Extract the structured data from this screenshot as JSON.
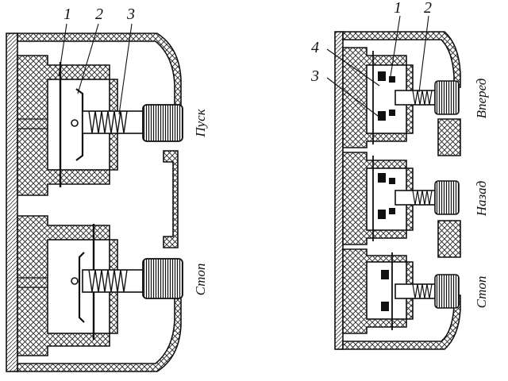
{
  "diagram": {
    "left_panel": {
      "callouts": [
        "1",
        "2",
        "3"
      ],
      "button_labels": [
        "Пуск",
        "Стоп"
      ]
    },
    "right_panel": {
      "callouts": [
        "1",
        "2",
        "4",
        "3"
      ],
      "button_labels": [
        "Вперед",
        "Назад",
        "Стоп"
      ]
    },
    "colors": {
      "ink": "#111111",
      "paper": "#ffffff"
    }
  }
}
